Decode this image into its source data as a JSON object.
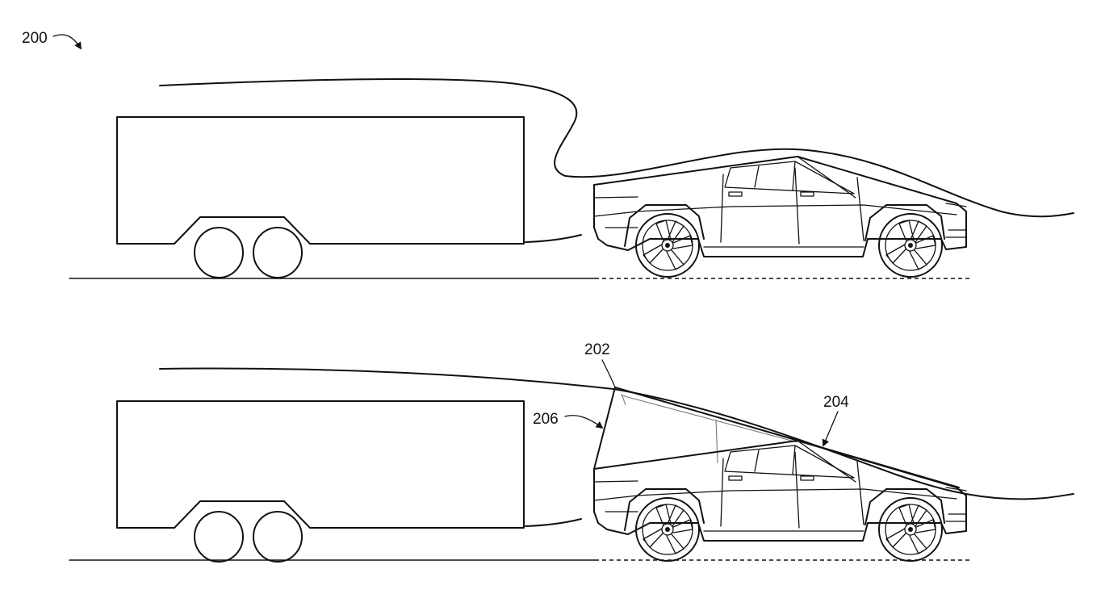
{
  "figure": {
    "figure_ref": "200",
    "labels": {
      "cap": "202",
      "cap_surface": "204",
      "cap_front": "206"
    },
    "panels": [
      "top",
      "bottom"
    ]
  }
}
